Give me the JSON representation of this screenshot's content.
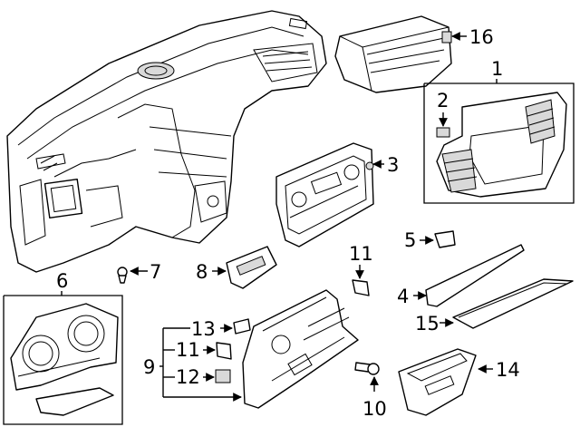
{
  "diagram": {
    "callouts": {
      "c1": "1",
      "c2": "2",
      "c3": "3",
      "c4": "4",
      "c5": "5",
      "c6": "6",
      "c7": "7",
      "c8": "8",
      "c9": "9",
      "c10": "10",
      "c11a": "11",
      "c11b": "11",
      "c12": "12",
      "c13": "13",
      "c14": "14",
      "c15": "15",
      "c16": "16"
    }
  }
}
